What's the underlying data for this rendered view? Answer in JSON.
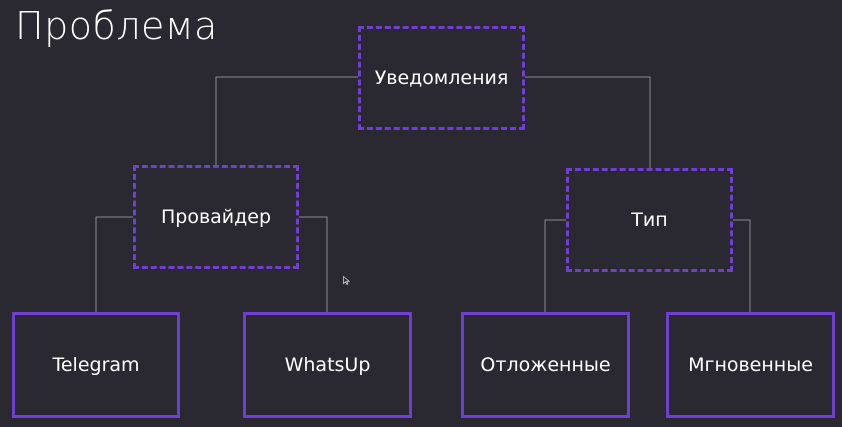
{
  "title": "Проблема",
  "nodes": {
    "root": "Уведомления",
    "provider": "Провайдер",
    "type": "Тип",
    "telegram": "Telegram",
    "whatsup": "WhatsUp",
    "delayed": "Отложенные",
    "instant": "Мгновенные"
  },
  "colors": {
    "background": "#2a2830",
    "accent": "#6f3fd0",
    "connector": "#8a8890",
    "text": "#ffffff"
  }
}
